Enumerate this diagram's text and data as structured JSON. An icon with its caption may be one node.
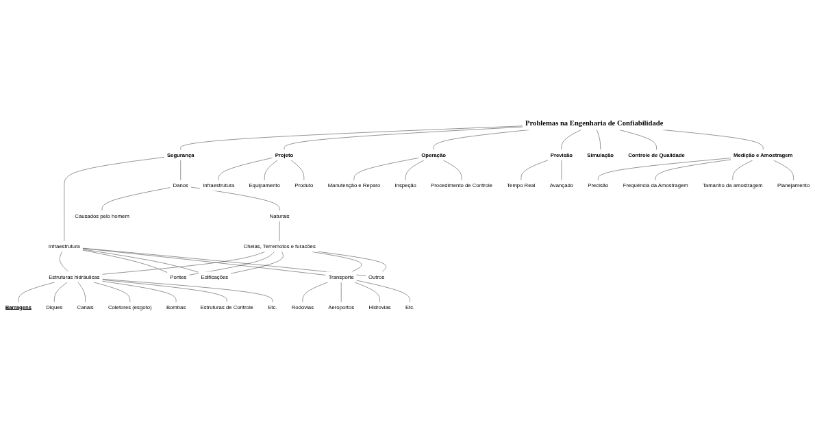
{
  "diagram": {
    "nodes": [
      {
        "text": [
          "Problemas na Engenharia de Confiabilidade"
        ]
      },
      {
        "text": [
          "Segurança"
        ]
      },
      {
        "text": [
          "Projeto"
        ]
      },
      {
        "text": [
          "Operação"
        ]
      },
      {
        "text": [
          "Previsão"
        ]
      },
      {
        "text": [
          "Simulação"
        ]
      },
      {
        "text": [
          "Controle de Qualidade"
        ]
      },
      {
        "text": [
          "Medição e Amostragem"
        ]
      },
      {
        "text": [
          "Infraestrutura"
        ]
      },
      {
        "text": [
          "Danos"
        ]
      },
      {
        "text": [
          "Infraestrutura"
        ]
      },
      {
        "text": [
          "Equipamento"
        ]
      },
      {
        "text": [
          "Produto"
        ]
      },
      {
        "text": [
          "Tempo Real"
        ]
      },
      {
        "text": [
          "Avançado"
        ]
      },
      {
        "text": [
          "Precisão"
        ]
      },
      {
        "text": [
          "Frequência da Amostragem"
        ]
      },
      {
        "text": [
          "Tamanho da amostragem"
        ]
      },
      {
        "text": [
          "Planejamento"
        ]
      },
      {
        "text": [
          "Causados pelo homem"
        ]
      },
      {
        "text": [
          "Naturais"
        ]
      },
      {
        "text": [
          "Manutenção e Reparo"
        ]
      },
      {
        "text": [
          "Inspeção"
        ]
      },
      {
        "text": [
          "Procedimento de Controle"
        ]
      },
      {
        "text": [
          "Cheias, Terremotos e furacões"
        ]
      },
      {
        "text": [
          "Estruturas hidráulicas"
        ]
      },
      {
        "text": [
          "Pontes"
        ]
      },
      {
        "text": [
          "Edificações"
        ]
      },
      {
        "text": [
          "Outros"
        ]
      },
      {
        "text": [
          "Barragens"
        ]
      },
      {
        "text": [
          "Canais"
        ]
      },
      {
        "text": [
          "Bombas"
        ]
      },
      {
        "text": [
          "Etc."
        ]
      },
      {
        "text": [
          "Transporte"
        ]
      },
      {
        "text": [
          "Diques"
        ]
      },
      {
        "text": [
          "Coletores (esgoto)"
        ]
      },
      {
        "text": [
          "Estruturas de Controle"
        ]
      },
      {
        "text": [
          "Rodovias"
        ]
      },
      {
        "text": [
          "Aeroportos"
        ]
      },
      {
        "text": [
          "Hidrovias"
        ]
      },
      {
        "text": [
          "Etc."
        ]
      }
    ],
    "edges": [
      {
        "from": 0,
        "to": 1,
        "arrow": "none"
      },
      {
        "from": 0,
        "to": 2,
        "arrow": "none"
      },
      {
        "from": 0,
        "to": 3,
        "arrow": "none"
      },
      {
        "from": 0,
        "to": 4,
        "arrow": "none"
      },
      {
        "from": 0,
        "to": 5,
        "arrow": "none"
      },
      {
        "from": 0,
        "to": 6,
        "arrow": "none"
      },
      {
        "from": 0,
        "to": 7,
        "arrow": "none"
      },
      {
        "from": 1,
        "to": 8,
        "arrow": "none"
      },
      {
        "from": 1,
        "to": 9,
        "arrow": "none"
      },
      {
        "from": 2,
        "to": 10,
        "arrow": "none"
      },
      {
        "from": 2,
        "to": 11,
        "arrow": "none"
      },
      {
        "from": 2,
        "to": 12,
        "arrow": "none"
      },
      {
        "from": 4,
        "to": 13,
        "arrow": "none"
      },
      {
        "from": 4,
        "to": 14,
        "arrow": "none"
      },
      {
        "from": 7,
        "to": 15,
        "arrow": "none"
      },
      {
        "from": 7,
        "to": 16,
        "arrow": "none"
      },
      {
        "from": 7,
        "to": 17,
        "arrow": "none"
      },
      {
        "from": 7,
        "to": 18,
        "arrow": "none"
      },
      {
        "from": 9,
        "to": 19,
        "arrow": "none"
      },
      {
        "from": 9,
        "to": 20,
        "arrow": "none"
      },
      {
        "from": 3,
        "to": 21,
        "arrow": "none"
      },
      {
        "from": 3,
        "to": 22,
        "arrow": "none"
      },
      {
        "from": 3,
        "to": 23,
        "arrow": "none"
      },
      {
        "from": 20,
        "to": 24,
        "arrow": "none"
      },
      {
        "from": 8,
        "to": 25,
        "arrow": "none"
      },
      {
        "from": 8,
        "to": 26,
        "arrow": "none"
      },
      {
        "from": 8,
        "to": 27,
        "arrow": "none"
      },
      {
        "from": 8,
        "to": 33,
        "arrow": "none"
      },
      {
        "from": 8,
        "to": 28,
        "arrow": "none"
      },
      {
        "from": 24,
        "to": 25,
        "arrow": "none"
      },
      {
        "from": 24,
        "to": 26,
        "arrow": "none"
      },
      {
        "from": 24,
        "to": 27,
        "arrow": "none"
      },
      {
        "from": 24,
        "to": 33,
        "arrow": "none"
      },
      {
        "from": 24,
        "to": 28,
        "arrow": "none"
      },
      {
        "from": 25,
        "to": 29,
        "arrow": "none"
      },
      {
        "from": 25,
        "to": 34,
        "arrow": "none"
      },
      {
        "from": 25,
        "to": 30,
        "arrow": "none"
      },
      {
        "from": 25,
        "to": 35,
        "arrow": "none"
      },
      {
        "from": 25,
        "to": 31,
        "arrow": "none"
      },
      {
        "from": 25,
        "to": 36,
        "arrow": "none"
      },
      {
        "from": 25,
        "to": 32,
        "arrow": "none"
      },
      {
        "from": 33,
        "to": 37,
        "arrow": "none"
      },
      {
        "from": 33,
        "to": 38,
        "arrow": "none"
      },
      {
        "from": 33,
        "to": 39,
        "arrow": "none"
      },
      {
        "from": 33,
        "to": 40,
        "arrow": "none"
      }
    ]
  }
}
